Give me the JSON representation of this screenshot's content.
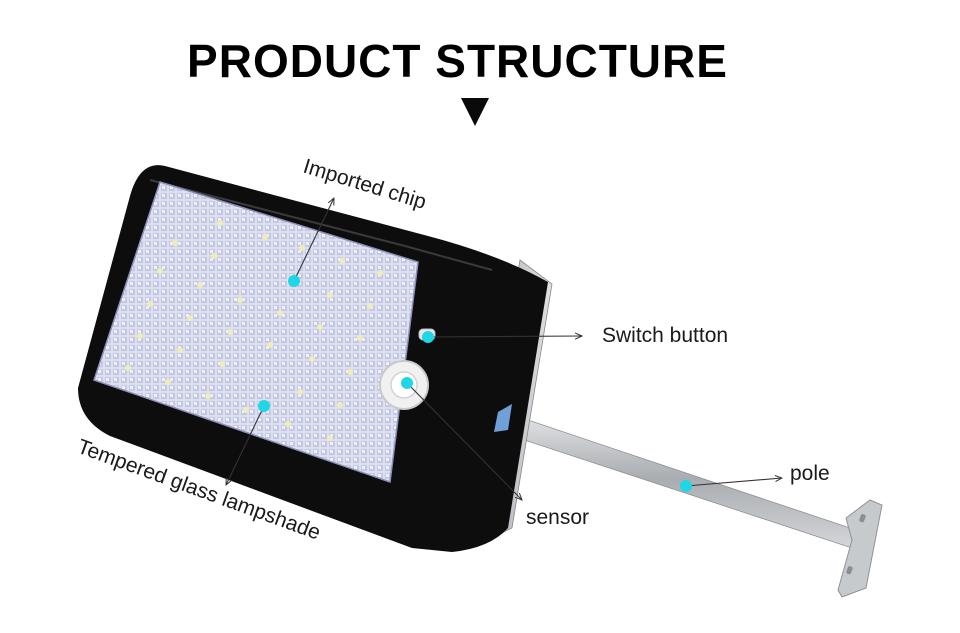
{
  "header": {
    "title": "PRODUCT STRUCTURE"
  },
  "labels": {
    "imported_chip": "Imported chip",
    "switch_button": "Switch button",
    "sensor": "sensor",
    "pole": "pole",
    "tempered_glass": "Tempered glass lampshade"
  },
  "colors": {
    "marker": "#1fd6e6",
    "housing": "#0d0d0d",
    "panel": "#d8dcef",
    "pole": "#b9bcc0"
  },
  "icons": {
    "pointer": "triangle-down-icon"
  }
}
